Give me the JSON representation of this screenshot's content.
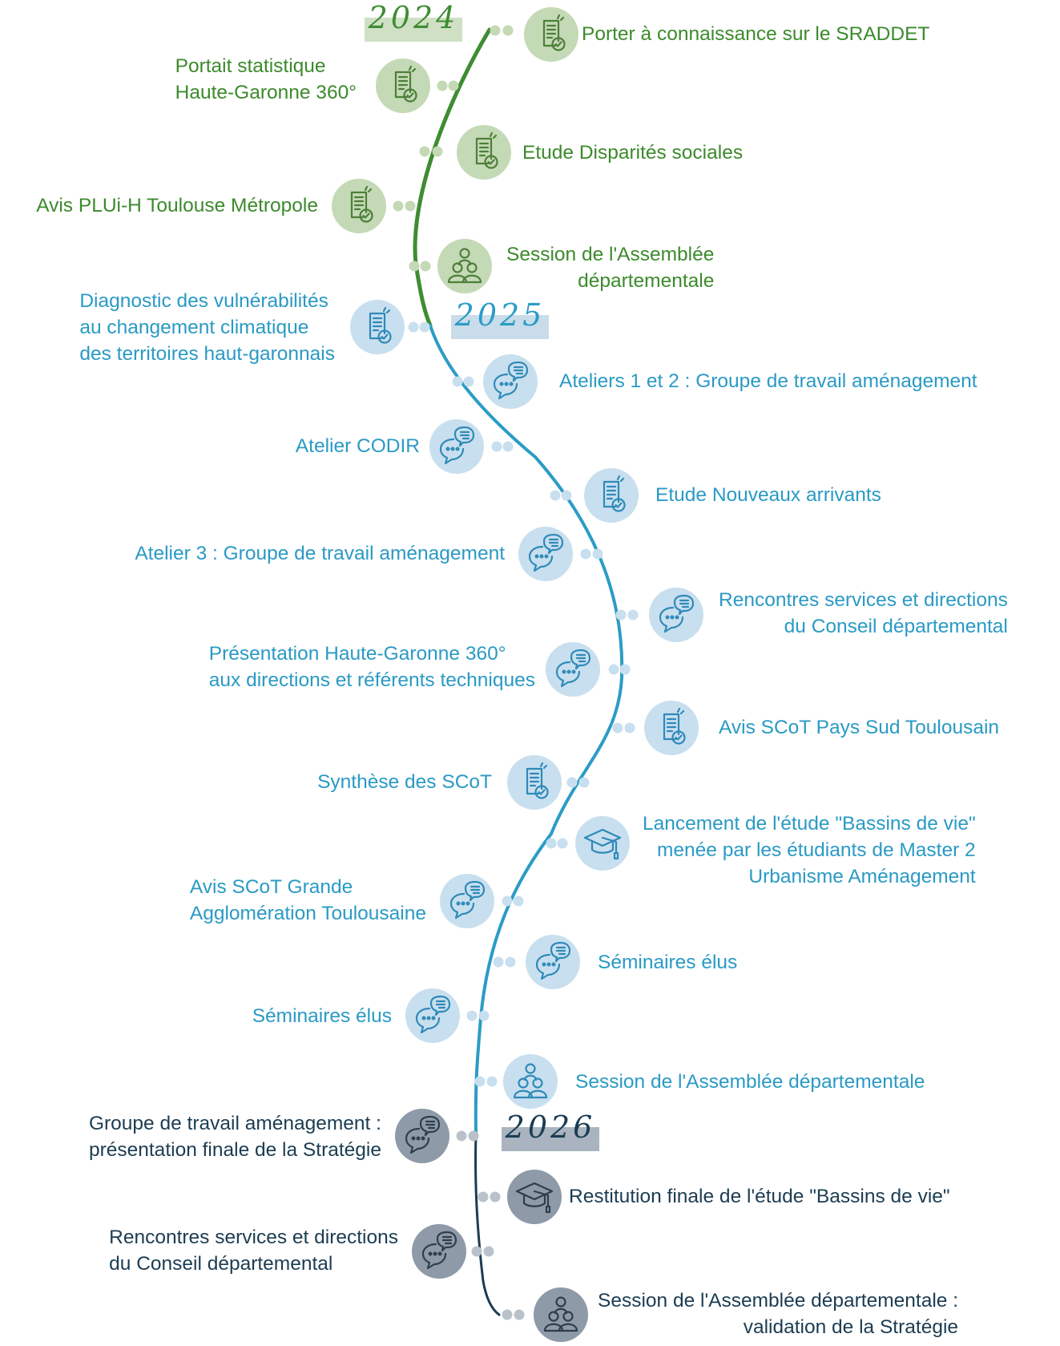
{
  "colors": {
    "green_text": "#3c8a2c",
    "green_line": "#3f8c33",
    "green_icon_bg": "#c4d9b5",
    "green_icon": "#4d7f3a",
    "green_dot": "#c4d9b5",
    "green_year_bg": "#cfe0c4",
    "blue_text": "#2a9ac4",
    "blue_line": "#2b9cc6",
    "blue_icon_bg": "#c8dfef",
    "blue_icon": "#2f8ab8",
    "blue_dot": "#c8dfef",
    "blue_year_bg": "#c9dcea",
    "dark_text": "#1c3c52",
    "dark_line": "#1c3c52",
    "dark_icon_bg": "#8e9aa8",
    "dark_icon": "#2f3e4c",
    "dark_dot": "#b9c2cb",
    "dark_year_bg": "#a9b4c0"
  },
  "years": [
    {
      "label": "2024",
      "phase": "green"
    },
    {
      "label": "2025",
      "phase": "blue"
    },
    {
      "label": "2026",
      "phase": "dark"
    }
  ],
  "events": [
    {
      "text": "Porter à connaissance sur le SRADDET",
      "icon": "document-check-icon",
      "phase": "green",
      "side": "right"
    },
    {
      "text": "Portait statistique\nHaute-Garonne 360°",
      "icon": "document-check-icon",
      "phase": "green",
      "side": "left"
    },
    {
      "text": "Etude Disparités sociales",
      "icon": "document-check-icon",
      "phase": "green",
      "side": "right"
    },
    {
      "text": "Avis PLUi-H Toulouse Métropole",
      "icon": "document-check-icon",
      "phase": "green",
      "side": "left"
    },
    {
      "text": "Session de l'Assemblée\ndépartementale",
      "icon": "assembly-icon",
      "phase": "green",
      "side": "right"
    },
    {
      "text": "Diagnostic des vulnérabilités\nau changement climatique\ndes territoires haut-garonnais",
      "icon": "document-check-icon",
      "phase": "blue",
      "side": "left"
    },
    {
      "text": "Ateliers 1 et 2 : Groupe de travail aménagement",
      "icon": "chat-bubbles-icon",
      "phase": "blue",
      "side": "right"
    },
    {
      "text": "Atelier CODIR",
      "icon": "chat-bubbles-icon",
      "phase": "blue",
      "side": "left"
    },
    {
      "text": "Etude Nouveaux arrivants",
      "icon": "document-check-icon",
      "phase": "blue",
      "side": "right"
    },
    {
      "text": "Atelier 3 : Groupe de travail aménagement",
      "icon": "chat-bubbles-icon",
      "phase": "blue",
      "side": "left"
    },
    {
      "text": "Rencontres services et directions\ndu Conseil départemental",
      "icon": "chat-bubbles-icon",
      "phase": "blue",
      "side": "right"
    },
    {
      "text": "Présentation Haute-Garonne 360°\naux directions et référents techniques",
      "icon": "chat-bubbles-icon",
      "phase": "blue",
      "side": "left"
    },
    {
      "text": "Avis SCoT Pays Sud Toulousain",
      "icon": "document-check-icon",
      "phase": "blue",
      "side": "right"
    },
    {
      "text": "Synthèse des SCoT",
      "icon": "document-check-icon",
      "phase": "blue",
      "side": "left"
    },
    {
      "text": "Lancement de l'étude \"Bassins de vie\"\nmenée par les étudiants de Master 2\nUrbanisme Aménagement",
      "icon": "graduation-cap-icon",
      "phase": "blue",
      "side": "right"
    },
    {
      "text": "Avis SCoT Grande\nAgglomération Toulousaine",
      "icon": "chat-bubbles-icon",
      "phase": "blue",
      "side": "left"
    },
    {
      "text": "Séminaires élus",
      "icon": "chat-bubbles-icon",
      "phase": "blue",
      "side": "right"
    },
    {
      "text": "Séminaires élus",
      "icon": "chat-bubbles-icon",
      "phase": "blue",
      "side": "left"
    },
    {
      "text": "Session de l'Assemblée départementale",
      "icon": "assembly-icon",
      "phase": "blue",
      "side": "right"
    },
    {
      "text": "Groupe de travail aménagement :\nprésentation finale de la Stratégie",
      "icon": "chat-bubbles-icon",
      "phase": "dark",
      "side": "left"
    },
    {
      "text": "Restitution finale de l'étude \"Bassins de vie\"",
      "icon": "graduation-cap-icon",
      "phase": "dark",
      "side": "right"
    },
    {
      "text": "Rencontres services et directions\ndu Conseil départemental",
      "icon": "chat-bubbles-icon",
      "phase": "dark",
      "side": "left"
    },
    {
      "text": "Session de l'Assemblée départementale :\nvalidation de la Stratégie",
      "icon": "assembly-icon",
      "phase": "dark",
      "side": "right"
    }
  ]
}
